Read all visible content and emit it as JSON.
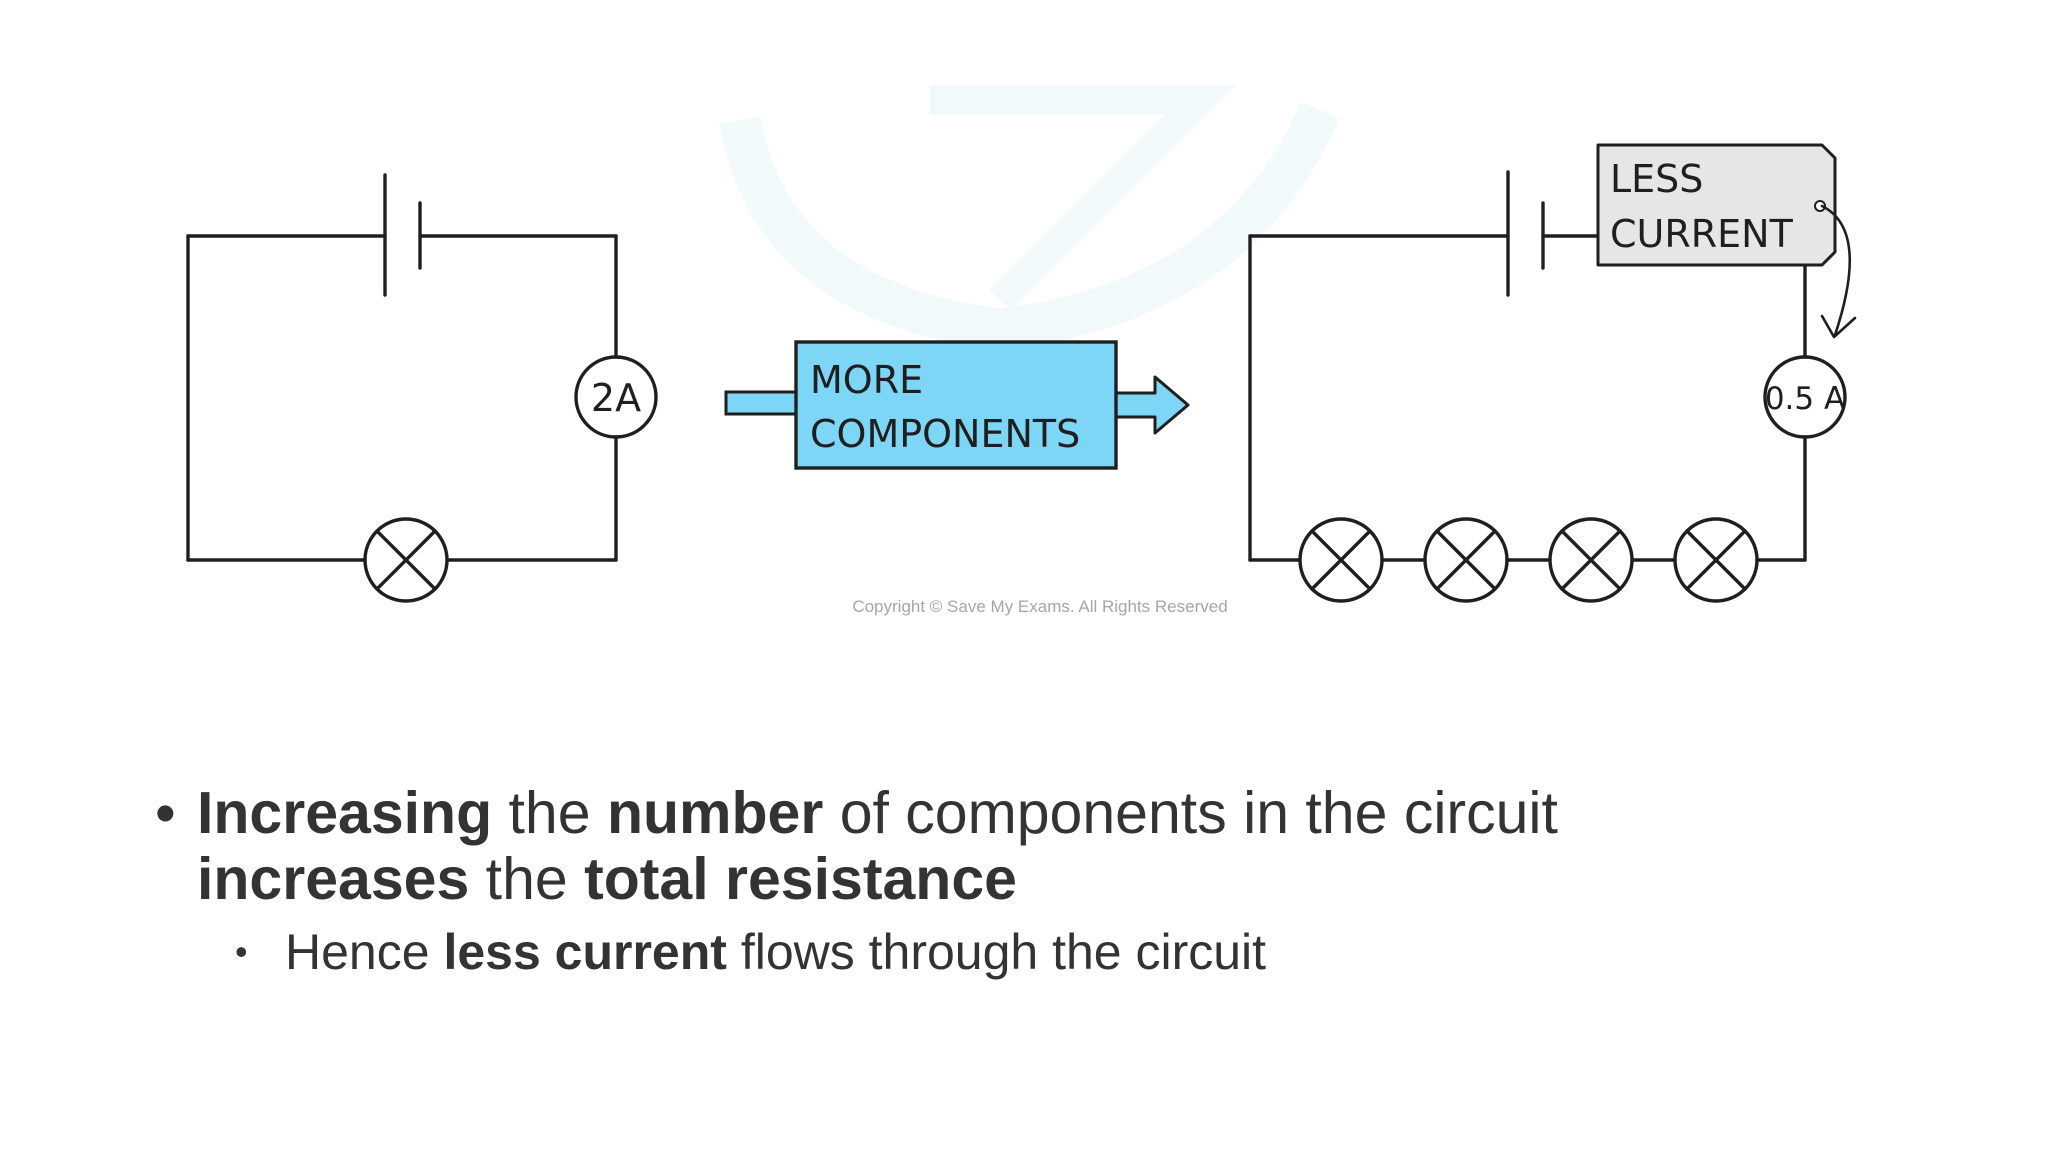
{
  "diagram": {
    "left_circuit": {
      "ammeter_label": "2A",
      "lamp_count": 1
    },
    "arrow_box": {
      "line1": "MORE",
      "line2": "COMPONENTS",
      "fill_color": "#7dd6f5"
    },
    "right_circuit": {
      "ammeter_label": "0.5 A",
      "lamp_count": 4,
      "tag": {
        "line1": "LESS",
        "line2": "CURRENT",
        "fill_color": "#e6e6e6"
      }
    },
    "copyright": "Copyright © Save My Exams. All Rights Reserved"
  },
  "bullets": {
    "main": {
      "seg1": "Increasing",
      "seg2": " the ",
      "seg3": "number",
      "seg4": " of components in the circuit ",
      "seg5": "increases",
      "seg6": " the ",
      "seg7": "total resistance"
    },
    "sub": {
      "seg1": "Hence ",
      "seg2": "less current",
      "seg3": " flows through the circuit"
    }
  }
}
